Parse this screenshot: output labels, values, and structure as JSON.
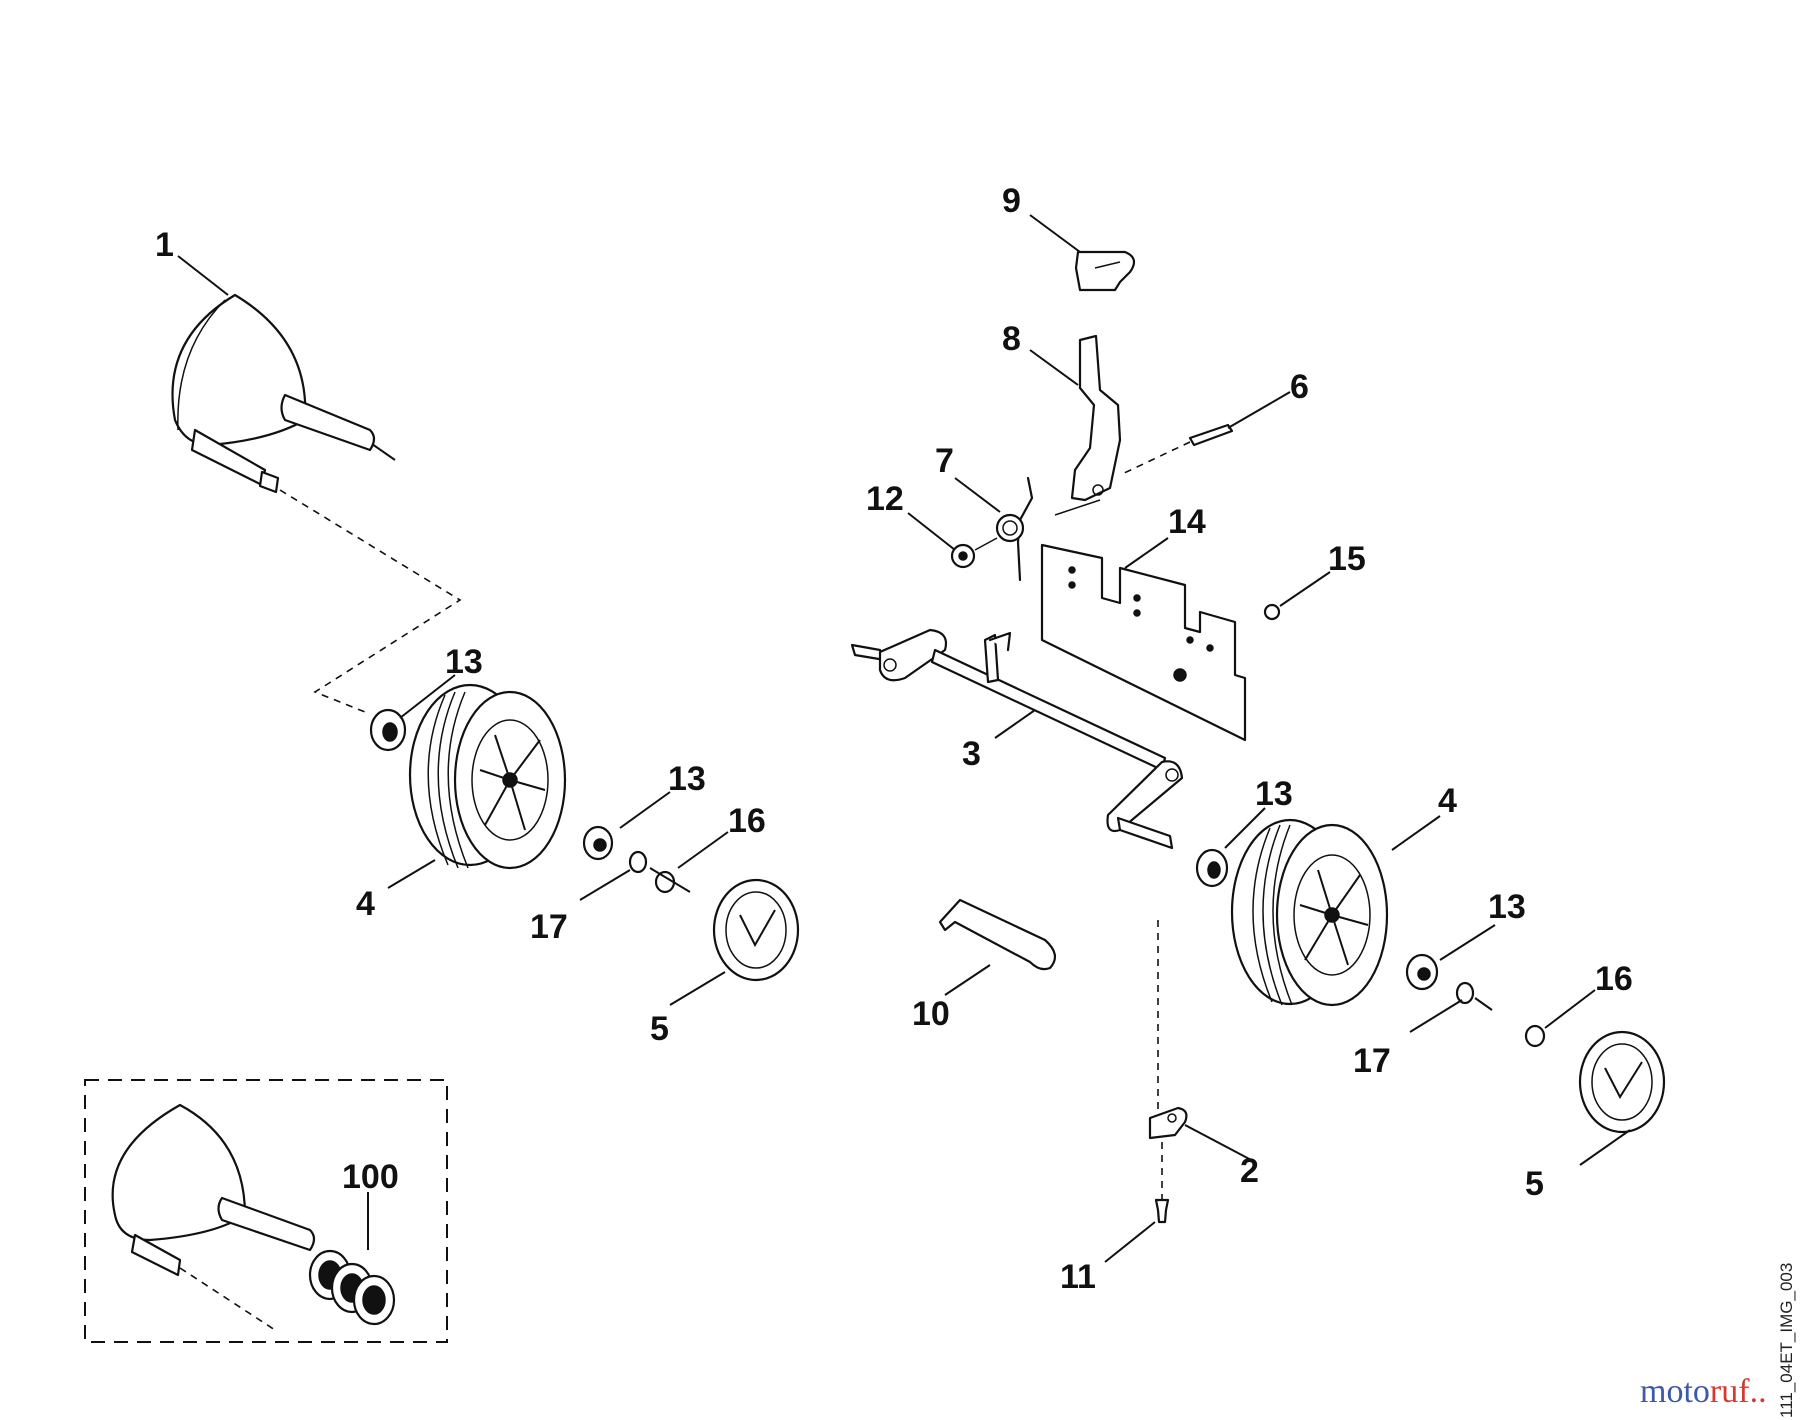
{
  "callouts": {
    "c1": "1",
    "c2": "2",
    "c3": "3",
    "c4a": "4",
    "c4b": "4",
    "c5a": "5",
    "c5b": "5",
    "c6": "6",
    "c7": "7",
    "c8": "8",
    "c9": "9",
    "c10": "10",
    "c11": "11",
    "c12": "12",
    "c13a": "13",
    "c13b": "13",
    "c13c": "13",
    "c13d": "13",
    "c14": "14",
    "c15": "15",
    "c16a": "16",
    "c16b": "16",
    "c17a": "17",
    "c17b": "17",
    "c100": "100"
  },
  "image_code": "111_04ET_IMG_003",
  "watermark": {
    "parts": [
      "m",
      "o",
      "t",
      "o",
      "r",
      "u",
      "f"
    ],
    "colors": [
      "#3c5aa6",
      "#3c5aa6",
      "#3c5aa6",
      "#3c5aa6",
      "#d23b2e",
      "#d23b2e",
      "#d23b2e"
    ],
    "suffix": ".."
  }
}
